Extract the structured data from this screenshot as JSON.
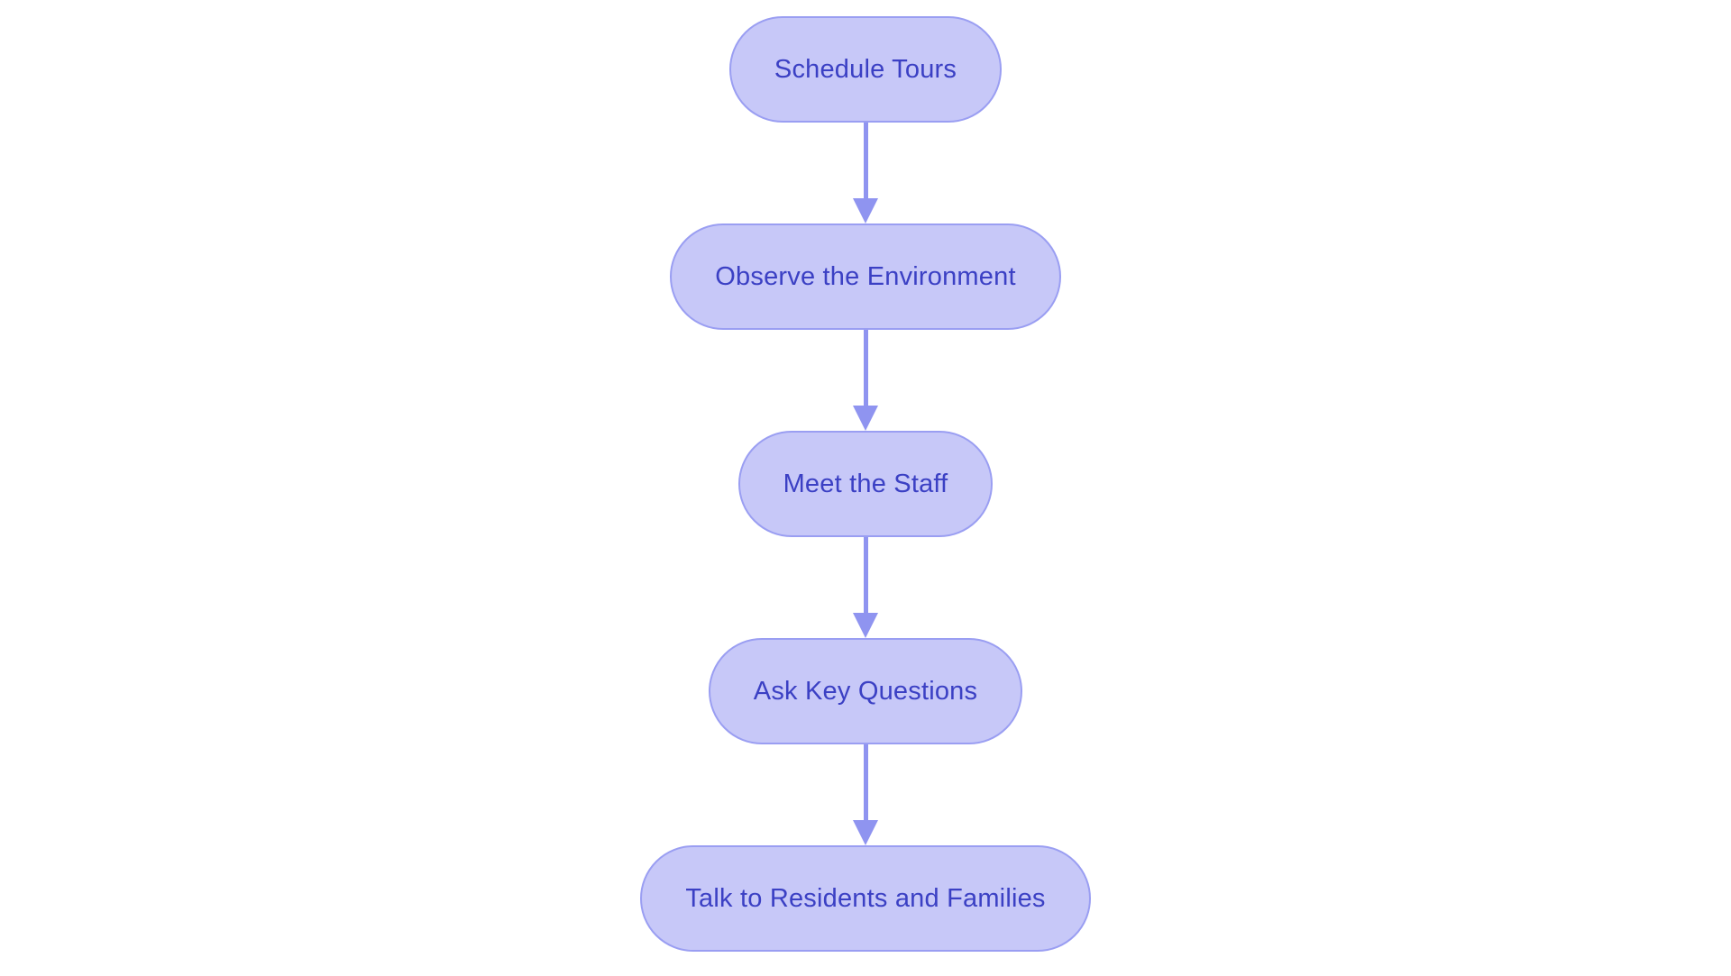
{
  "diagram": {
    "type": "flowchart",
    "direction": "top-down",
    "background_color": "#ffffff",
    "node_fill_color": "#c7c8f8",
    "node_border_color": "#9a9ef2",
    "node_text_color": "#3b40c4",
    "arrow_color": "#8f94f0",
    "nodes": [
      {
        "id": "schedule-tours",
        "label": "Schedule Tours"
      },
      {
        "id": "observe-the-environment",
        "label": "Observe the Environment"
      },
      {
        "id": "meet-the-staff",
        "label": "Meet the Staff"
      },
      {
        "id": "ask-key-questions",
        "label": "Ask Key Questions"
      },
      {
        "id": "talk-to-residents-and-families",
        "label": "Talk to Residents and Families"
      }
    ],
    "edges": [
      {
        "from": "schedule-tours",
        "to": "observe-the-environment"
      },
      {
        "from": "observe-the-environment",
        "to": "meet-the-staff"
      },
      {
        "from": "meet-the-staff",
        "to": "ask-key-questions"
      },
      {
        "from": "ask-key-questions",
        "to": "talk-to-residents-and-families"
      }
    ]
  }
}
